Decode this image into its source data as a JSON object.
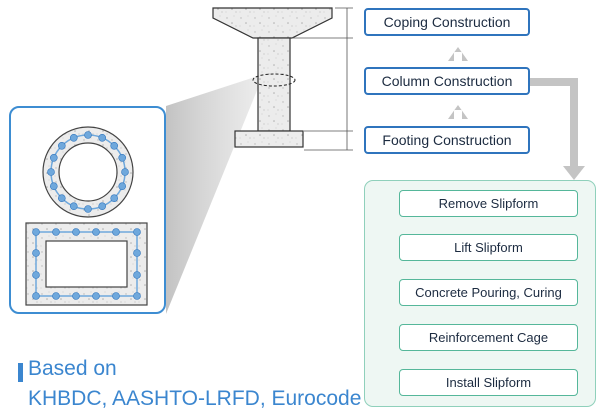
{
  "main_steps": [
    {
      "id": "coping",
      "label": "Coping Construction"
    },
    {
      "id": "column",
      "label": "Column Construction"
    },
    {
      "id": "footing",
      "label": "Footing Construction"
    }
  ],
  "slipform_steps": [
    {
      "id": "remove",
      "label": "Remove Slipform"
    },
    {
      "id": "lift",
      "label": "Lift Slipform"
    },
    {
      "id": "pour",
      "label": "Concrete Pouring, Curing"
    },
    {
      "id": "cage",
      "label": "Reinforcement Cage"
    },
    {
      "id": "install",
      "label": "Install Slipform"
    }
  ],
  "basis": {
    "line1": "Based on",
    "line2": "KHBDC, AASHTO-LRFD, Eurocode"
  },
  "colors": {
    "step_border": "#2f74bd",
    "substep_border": "#55b79a",
    "panel_fill": "#eef7f3",
    "arrow": "#c4c4c4",
    "accent_text": "#3b86cf",
    "rebar": "#6fa8dc"
  }
}
